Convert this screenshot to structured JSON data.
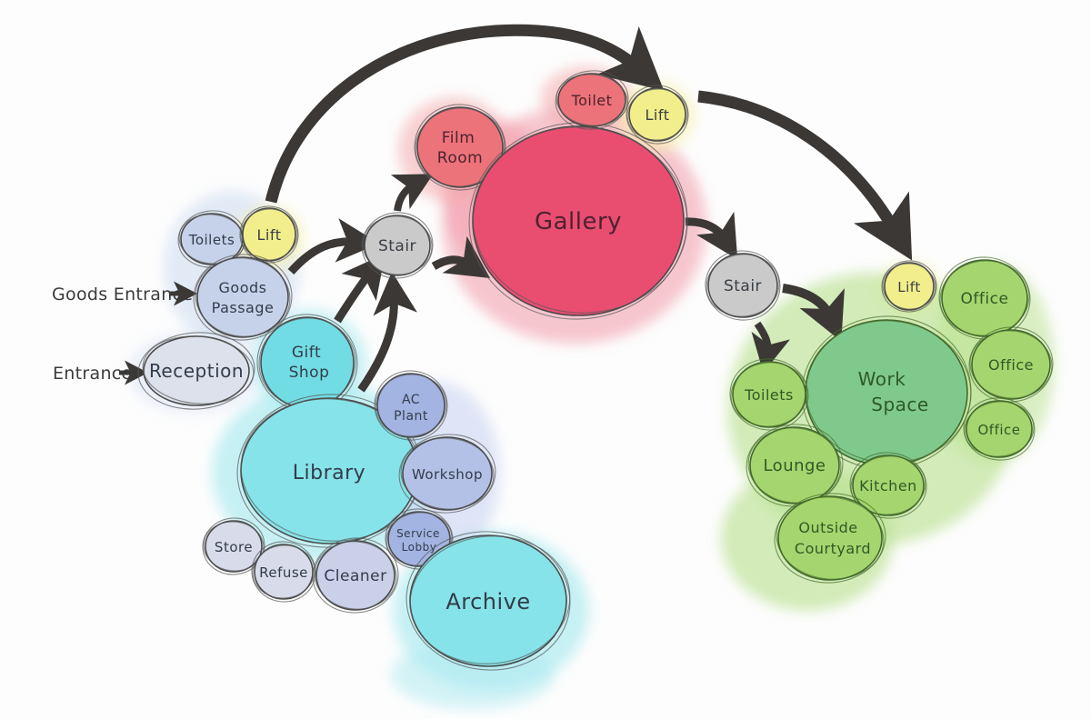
{
  "palette": {
    "lavender": "#C6D2E9",
    "grey_lavender": "#DDE1EC",
    "lav_light": "#D7DBEA",
    "lav_mid": "#C9D0E8",
    "periwinkle": "#A3B3E2",
    "periwinkle_light": "#B4C1E6",
    "cyan_dark": "#72DCE4",
    "cyan": "#86E3E9",
    "grey": "#CACACA",
    "yellow": "#F2EE8B",
    "red": "#E94D70",
    "red_light": "#EC7379",
    "green": "#7FC98D",
    "green_light": "#A5D56E",
    "splash_blue": "#C8D8F0",
    "splash_cyan": "#A9EAEF",
    "splash_periwinkle": "#C2CDEF",
    "splash_red": "#F0909F",
    "splash_red_light": "#F2A8AB",
    "splash_green": "#B5E08A",
    "splash_yellow": "#F6F2A6",
    "arrow_ink": "#3B3835",
    "outline_ink": "#4A4A4A",
    "outline_ink_green": "#42682C",
    "text_ink": "#333C4A",
    "text_ink_red": "#4D2230",
    "text_ink_green": "#2F5A26"
  },
  "annotations": {
    "goods_entrance": "Goods Entrance",
    "entrance": "Entrance"
  },
  "nodes": {
    "toilets_left": {
      "lines": [
        "Toilets"
      ]
    },
    "lift_left": {
      "lines": [
        "Lift"
      ]
    },
    "goods_passage": {
      "lines": [
        "Goods",
        "Passage"
      ]
    },
    "reception": {
      "lines": [
        "Reception"
      ]
    },
    "gift_shop": {
      "lines": [
        "Gift",
        "Shop"
      ]
    },
    "library": {
      "lines": [
        "Library"
      ]
    },
    "ac_plant": {
      "lines": [
        "AC",
        "Plant"
      ]
    },
    "workshop": {
      "lines": [
        "Workshop"
      ]
    },
    "service_lobby": {
      "lines": [
        "Service",
        "Lobby"
      ]
    },
    "store": {
      "lines": [
        "Store"
      ]
    },
    "refuse": {
      "lines": [
        "Refuse"
      ]
    },
    "cleaner": {
      "lines": [
        "Cleaner"
      ]
    },
    "archive": {
      "lines": [
        "Archive"
      ]
    },
    "stair_left": {
      "lines": [
        "Stair"
      ]
    },
    "film_room": {
      "lines": [
        "Film",
        "Room"
      ]
    },
    "gallery": {
      "lines": [
        "Gallery"
      ]
    },
    "toilet_top": {
      "lines": [
        "Toilet"
      ]
    },
    "lift_top": {
      "lines": [
        "Lift"
      ]
    },
    "stair_right": {
      "lines": [
        "Stair"
      ]
    },
    "lift_right": {
      "lines": [
        "Lift"
      ]
    },
    "office_1": {
      "lines": [
        "Office"
      ]
    },
    "office_2": {
      "lines": [
        "Office"
      ]
    },
    "office_3": {
      "lines": [
        "Office"
      ]
    },
    "work_space": {
      "lines": [
        "Work",
        "Space"
      ]
    },
    "toilets_right": {
      "lines": [
        "Toilets"
      ]
    },
    "lounge": {
      "lines": [
        "Lounge"
      ]
    },
    "kitchen": {
      "lines": [
        "Kitchen"
      ]
    },
    "outside_courtyard": {
      "lines": [
        "Outside",
        "Courtyard"
      ]
    }
  }
}
